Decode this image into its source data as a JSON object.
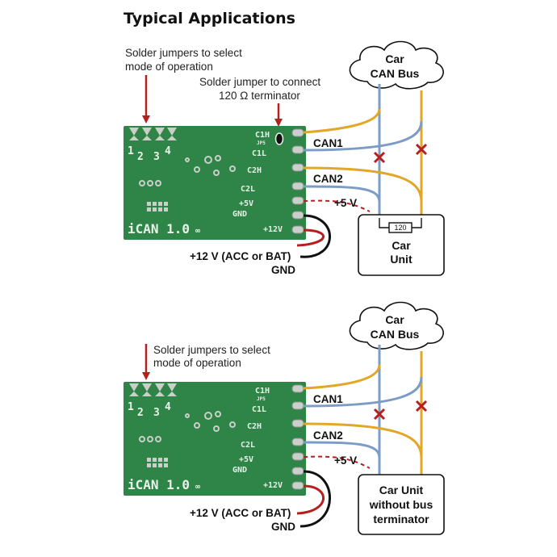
{
  "title": "Typical Applications",
  "colors": {
    "can_high": "#e2a727",
    "can_low": "#7a9cc6",
    "power_12v": "#b5201e",
    "ground": "#111111",
    "cross_mark": "#b5201e",
    "arrow": "#b5201e",
    "pcb": "#2f8448",
    "pad": "#c9cfc9"
  },
  "pcb": {
    "silkscreen": {
      "c1h": "C1H",
      "jp5": "JP5",
      "c1l": "C1L",
      "c2h": "C2H",
      "c2l": "C2L",
      "plus5v": "+5V",
      "gnd": "GND",
      "plus12v": "+12V",
      "name": "iCAN 1.0",
      "infinity": "∞",
      "num1": "1",
      "num2": "2",
      "num3": "3",
      "num4": "4"
    }
  },
  "top": {
    "note_jumpers_line1": "Solder jumpers to select",
    "note_jumpers_line2": "mode of operation",
    "note_terminator_line1": "Solder jumper to connect",
    "note_terminator_line2": "120 Ω terminator",
    "cloud_line1": "Car",
    "cloud_line2": "CAN Bus",
    "can1": "CAN1",
    "can2": "CAN2",
    "plus5v": "+5 V",
    "power": "+12 V (ACC or BAT)",
    "gnd": "GND",
    "resistor": "120",
    "unit_line1": "Car",
    "unit_line2": "Unit"
  },
  "bottom": {
    "note_jumpers_line1": "Solder jumpers to select",
    "note_jumpers_line2": "mode of operation",
    "cloud_line1": "Car",
    "cloud_line2": "CAN Bus",
    "can1": "CAN1",
    "can2": "CAN2",
    "plus5v": "+5 V",
    "power": "+12 V (ACC or BAT)",
    "gnd": "GND",
    "unit_line1": "Car Unit",
    "unit_line2": "without bus",
    "unit_line3": "terminator"
  }
}
